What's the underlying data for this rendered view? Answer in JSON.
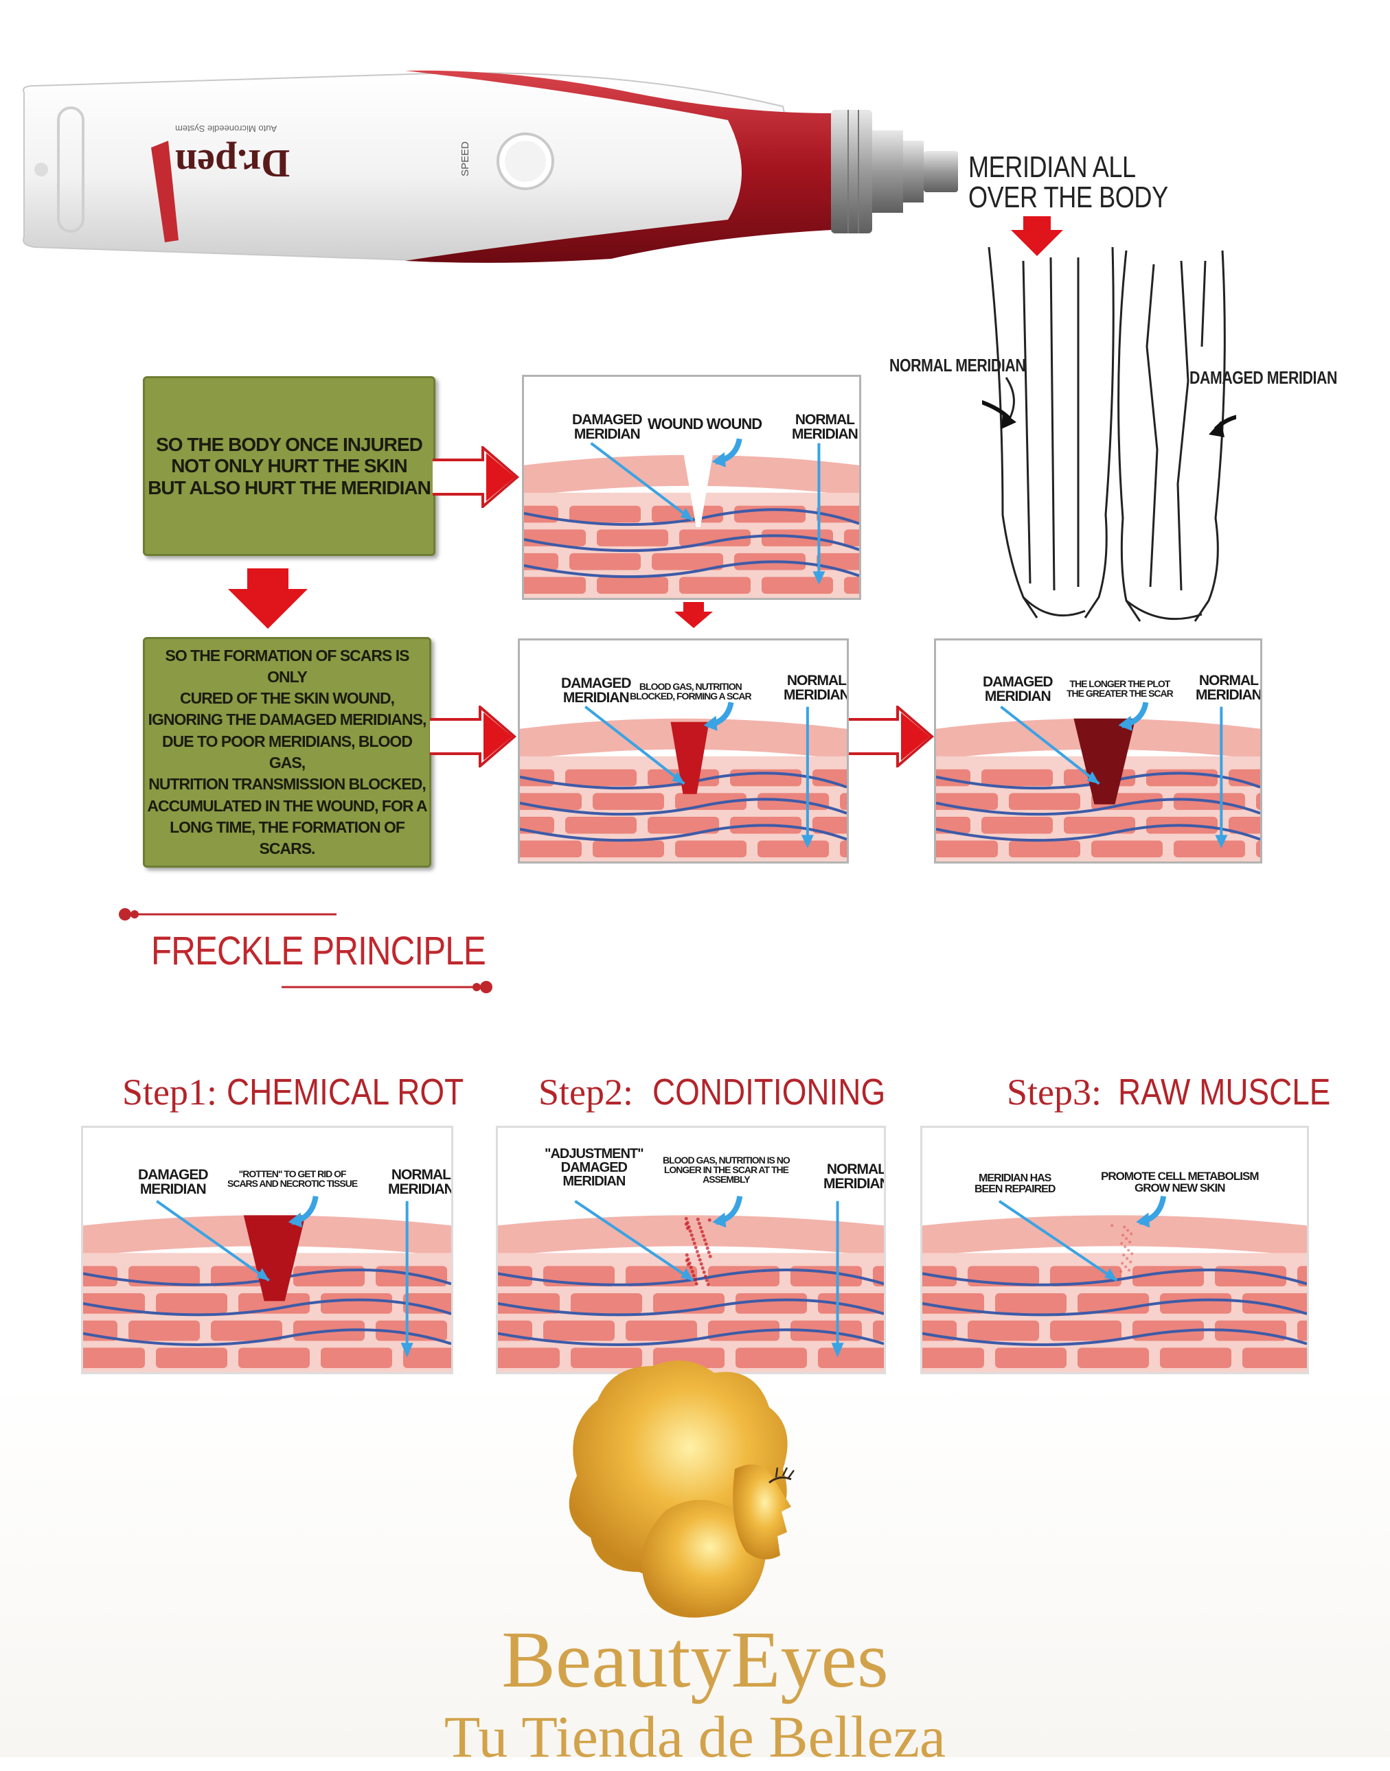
{
  "pen": {
    "brand": "Dr.pen",
    "subtitle": "Auto Microneedle System",
    "speed_label": "SPEED"
  },
  "meridian_body": {
    "title": "MERIDIAN ALL\nOVER THE BODY",
    "normal_label": "NORMAL MERIDIAN",
    "damaged_label": "DAMAGED MERIDIAN"
  },
  "scar_formation": {
    "box1_text": "SO THE BODY ONCE INJURED\nNOT ONLY HURT THE SKIN\nBUT ALSO HURT THE MERIDIAN",
    "box2_text": "SO THE FORMATION OF SCARS IS ONLY\nCURED OF THE SKIN WOUND,\nIGNORING THE DAMAGED MERIDIANS,\nDUE TO POOR MERIDIANS, BLOOD GAS,\nNUTRITION TRANSMISSION BLOCKED,\nACCUMULATED IN THE WOUND, FOR A\nLONG TIME, THE FORMATION OF\nSCARS.",
    "panel1": {
      "left": "DAMAGED\nMERIDIAN",
      "mid": "WOUND WOUND",
      "right": "NORMAL\nMERIDIAN"
    },
    "panel2": {
      "left": "DAMAGED\nMERIDIAN",
      "mid": "BLOOD GAS, NUTRITION\nBLOCKED, FORMING A SCAR",
      "right": "NORMAL\nMERIDIAN"
    },
    "panel3": {
      "left": "DAMAGED\nMERIDIAN",
      "mid": "THE LONGER THE PLOT\nTHE GREATER THE SCAR",
      "right": "NORMAL\nMERIDIAN"
    }
  },
  "freckle": {
    "title": "FRECKLE PRINCIPLE",
    "steps": [
      {
        "num": "Step1:",
        "name": "CHEMICAL ROT",
        "left": "DAMAGED\nMERIDIAN",
        "mid": "\"ROTTEN\" TO GET RID OF\nSCARS AND NECROTIC TISSUE",
        "right": "NORMAL\nMERIDIAN"
      },
      {
        "num": "Step2:",
        "name": "CONDITIONING",
        "left": "\"ADJUSTMENT\"\nDAMAGED\nMERIDIAN",
        "mid": "BLOOD GAS, NUTRITION IS NO\nLONGER IN THE SCAR AT THE\nASSEMBLY",
        "right": "NORMAL\nMERIDIAN"
      },
      {
        "num": "Step3:",
        "name": "RAW MUSCLE",
        "left": "MERIDIAN HAS\nBEEN REPAIRED",
        "mid": "PROMOTE CELL METABOLISM\nGROW NEW SKIN",
        "right": ""
      }
    ]
  },
  "brand": {
    "name": "BeautyEyes",
    "tagline": "Tu Tienda de Belleza"
  },
  "colors": {
    "pen_red": "#b01e2a",
    "green_box": "#8a9a45",
    "arrow_red": "#e0141b",
    "skin_pink": "#f2b3ab",
    "muscle_red": "#e8776f",
    "meridian_blue": "#3d5ba8",
    "callout_blue": "#3aa3e3",
    "title_red": "#c0272d",
    "gold": "#d2a24a"
  }
}
